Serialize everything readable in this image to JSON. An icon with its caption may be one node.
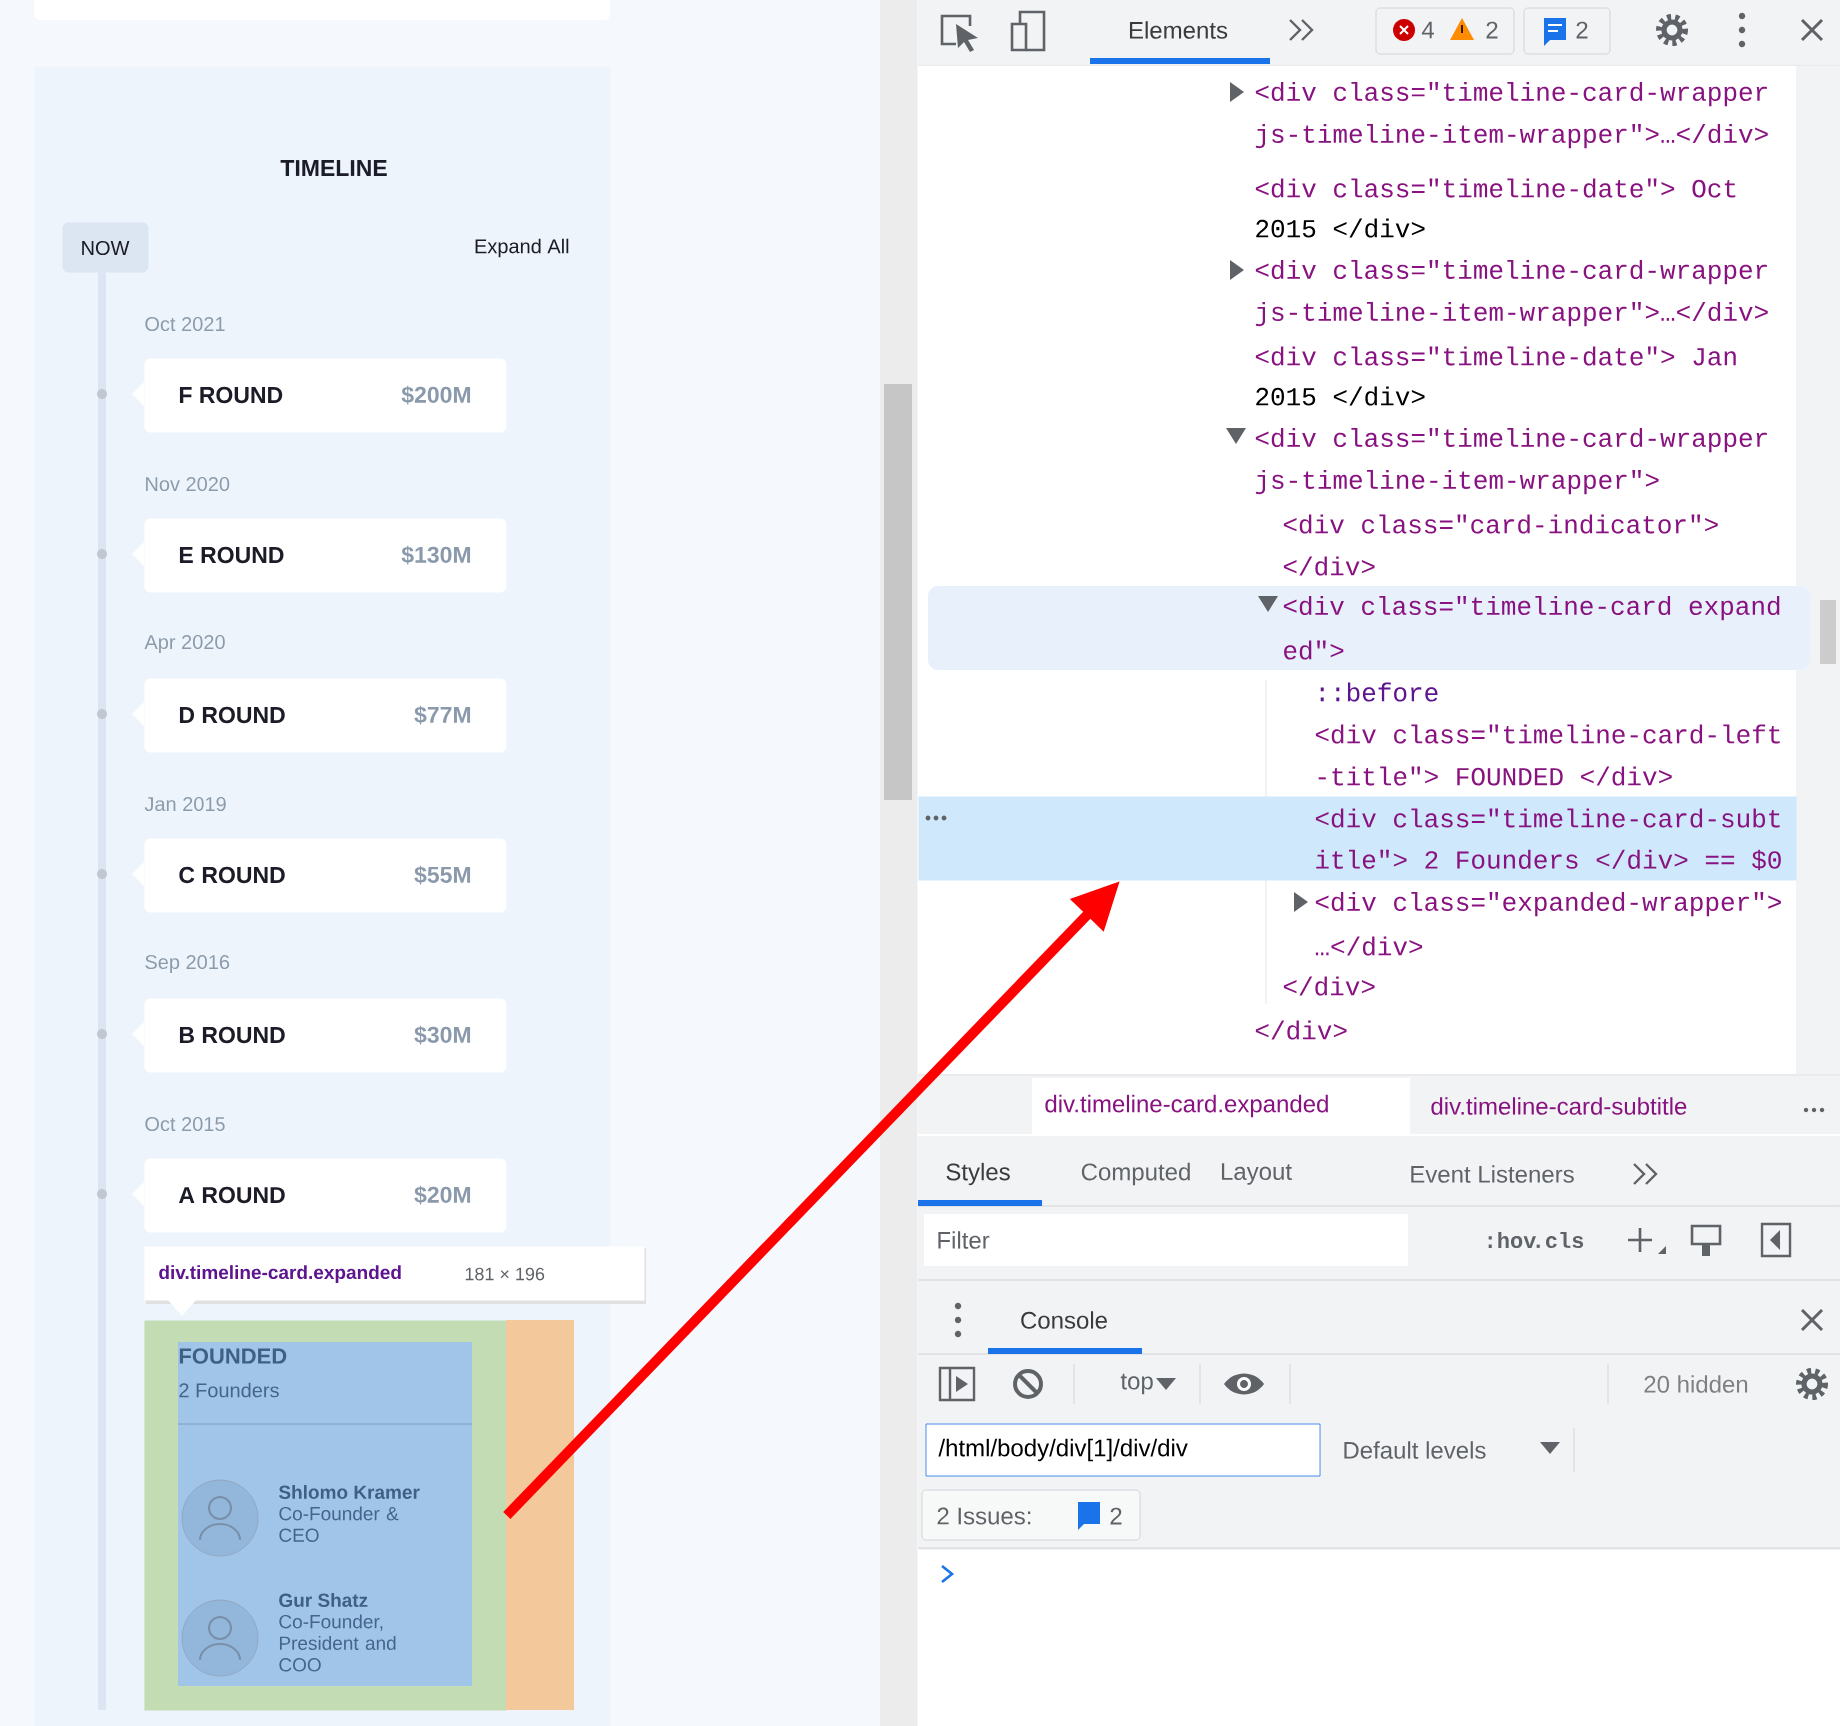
{
  "diagram": {
    "nodes": [
      {
        "text": [
          "TIMELINE"
        ]
      },
      {
        "text": [
          "NOW"
        ],
        "in": 0
      },
      {
        "text": [
          "F ROUND",
          "$200M"
        ],
        "beside": [
          "Oct 2021"
        ],
        "in": 0
      },
      {
        "text": [
          "E ROUND",
          "$130M"
        ],
        "beside": [
          "Nov 2020"
        ],
        "in": 0
      },
      {
        "text": [
          "D ROUND",
          "$77M"
        ],
        "beside": [
          "Apr 2020"
        ],
        "in": 0
      },
      {
        "text": [
          "C ROUND",
          "$55M"
        ],
        "beside": [
          "Jan 2019"
        ],
        "in": 0
      },
      {
        "text": [
          "B ROUND",
          "$30M"
        ],
        "beside": [
          "Sep 2016"
        ],
        "in": 0
      },
      {
        "text": [
          "A ROUND",
          "$20M"
        ],
        "beside": [
          "Oct 2015"
        ],
        "in": 0
      },
      {
        "text": [
          "FOUNDED",
          "2 Founders"
        ],
        "in": 0
      },
      {
        "text": [
          "Shlomo Kramer",
          "Co-Founder & CEO"
        ],
        "in": 8
      },
      {
        "text": [
          "Gur Shatz",
          "Co-Founder, President and COO"
        ],
        "in": 8
      },
      {
        "text": [
          "div.timeline-card.expanded",
          "181 × 196"
        ]
      },
      {
        "text": [
          "<div class=\"timeline-card-subt",
          "itle\"> 2 Founders </div> == $0"
        ]
      }
    ],
    "edges": [
      {
        "from": 8,
        "to": 12,
        "arrow": "to",
        "color": "#ff0000"
      }
    ],
    "labels": [
      "Expand All",
      "Elements",
      "4",
      "2",
      "2",
      "<div class=\"timeline-card-wrapper",
      "js-timeline-item-wrapper\">…</div>",
      "<div class=\"timeline-date\"> Oct",
      "2015 </div>",
      "<div class=\"timeline-card-wrapper",
      "js-timeline-item-wrapper\">…</div>",
      "<div class=\"timeline-date\"> Jan",
      "2015 </div>",
      "<div class=\"timeline-card-wrapper",
      "js-timeline-item-wrapper\">",
      "<div class=\"card-indicator\">",
      "</div>",
      "<div class=\"timeline-card expand",
      "ed\">",
      "::before",
      "<div class=\"timeline-card-left",
      "-title\"> FOUNDED </div>",
      "<div class=\"expanded-wrapper\">",
      "…</div>",
      "</div>",
      "</div>",
      "div.timeline-card.expanded",
      "div.timeline-card-subtitle",
      "Styles",
      "Computed",
      "Layout",
      "Event Listeners",
      "Filter",
      ":hov",
      ".cls",
      "Console",
      "top",
      "20 hidden",
      "/html/body/div[1]/div/div",
      "Default levels",
      "2 Issues:",
      "2"
    ]
  }
}
